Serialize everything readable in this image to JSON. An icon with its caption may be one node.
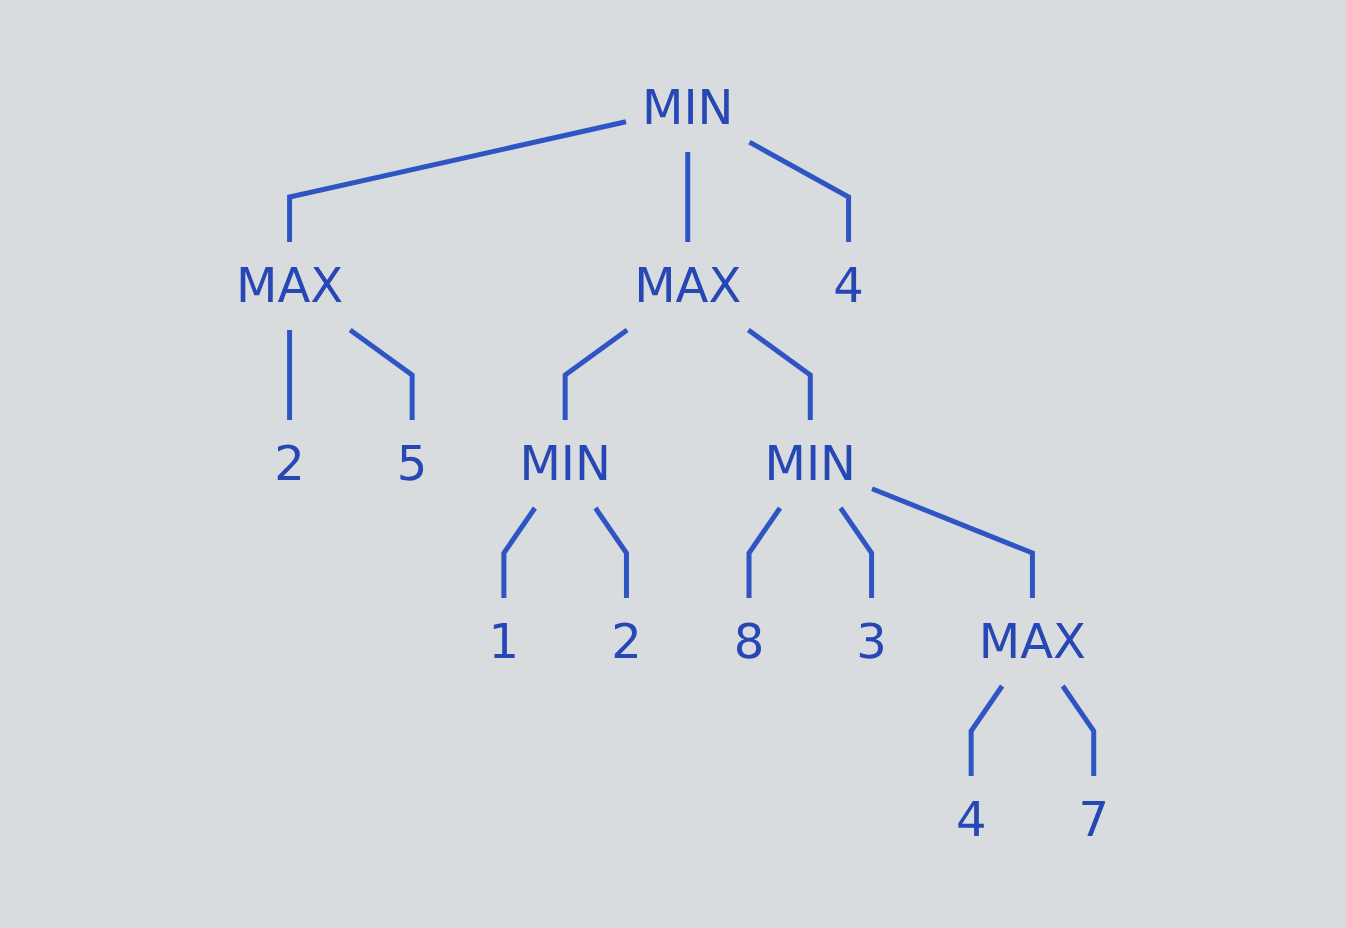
{
  "diagram": {
    "nodes": [
      {
        "text": [
          "MIN"
        ]
      },
      {
        "text": [
          "MAX"
        ]
      },
      {
        "text": [
          "MAX"
        ]
      },
      {
        "text": [
          "4"
        ]
      },
      {
        "text": [
          "2"
        ]
      },
      {
        "text": [
          "5"
        ]
      },
      {
        "text": [
          "MIN"
        ]
      },
      {
        "text": [
          "MIN"
        ]
      },
      {
        "text": [
          "1"
        ]
      },
      {
        "text": [
          "2"
        ]
      },
      {
        "text": [
          "8"
        ]
      },
      {
        "text": [
          "3"
        ]
      },
      {
        "text": [
          "MAX"
        ]
      },
      {
        "text": [
          "4"
        ]
      },
      {
        "text": [
          "7"
        ]
      }
    ],
    "edges": [
      {
        "from": 0,
        "to": 1,
        "arrow": "none"
      },
      {
        "from": 0,
        "to": 2,
        "arrow": "none"
      },
      {
        "from": 0,
        "to": 3,
        "arrow": "none"
      },
      {
        "from": 1,
        "to": 4,
        "arrow": "none"
      },
      {
        "from": 1,
        "to": 5,
        "arrow": "none"
      },
      {
        "from": 2,
        "to": 6,
        "arrow": "none"
      },
      {
        "from": 2,
        "to": 7,
        "arrow": "none"
      },
      {
        "from": 6,
        "to": 8,
        "arrow": "none"
      },
      {
        "from": 6,
        "to": 9,
        "arrow": "none"
      },
      {
        "from": 7,
        "to": 10,
        "arrow": "none"
      },
      {
        "from": 7,
        "to": 11,
        "arrow": "none"
      },
      {
        "from": 7,
        "to": 12,
        "arrow": "none"
      },
      {
        "from": 12,
        "to": 13,
        "arrow": "none"
      },
      {
        "from": 12,
        "to": 14,
        "arrow": "none"
      }
    ]
  }
}
